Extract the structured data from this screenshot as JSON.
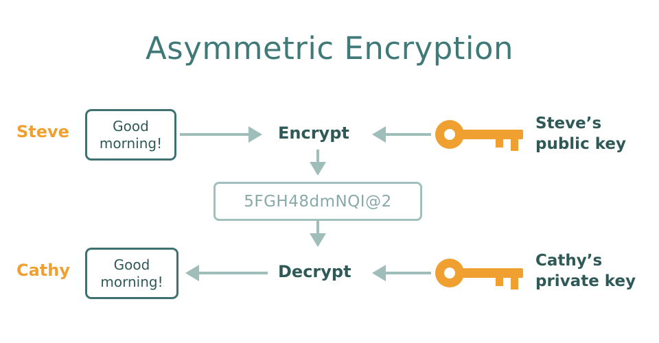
{
  "title": "Asymmetric Encryption",
  "top_row": {
    "person": "Steve",
    "message_line1": "Good",
    "message_line2": "morning!",
    "step": "Encrypt",
    "key_label_line1": "Steve’s",
    "key_label_line2": "public key"
  },
  "cipher_text": "5FGH48dmNQI@2",
  "bottom_row": {
    "person": "Cathy",
    "message_line1": "Good",
    "message_line2": "morning!",
    "step": "Decrypt",
    "key_label_line1": "Cathy’s",
    "key_label_line2": "private key"
  },
  "colors": {
    "title": "#3f7a78",
    "person": "#f0a030",
    "key": "#f0a030",
    "dark_teal": "#2f5957",
    "arrow": "#9fbdb9"
  },
  "icons": [
    "key-icon",
    "arrow-right",
    "arrow-left",
    "arrow-down"
  ]
}
